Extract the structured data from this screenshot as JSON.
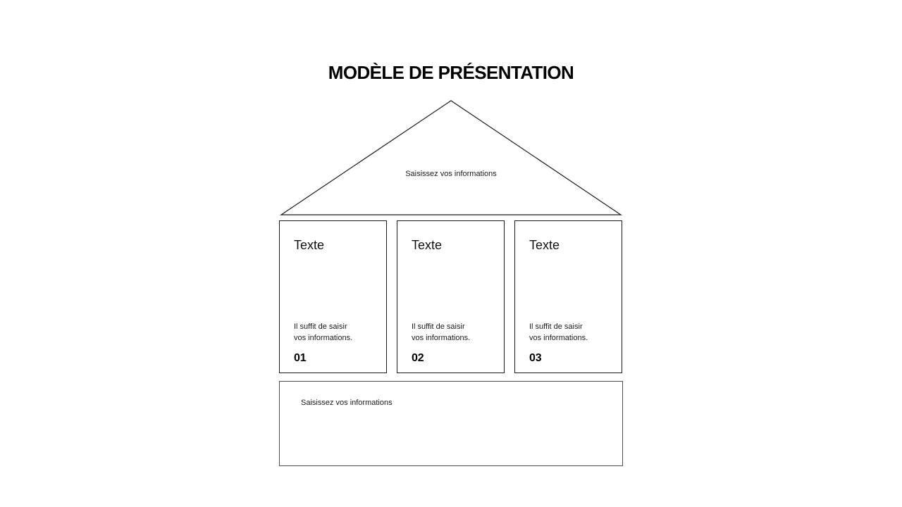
{
  "slide": {
    "title": "MODÈLE DE PRÉSENTATION",
    "background_color": "#ffffff",
    "line_color": "#1a1a1a",
    "foundation_line_color": "#4d4d4d",
    "text_color": "#000000"
  },
  "roof": {
    "shape": "triangle-outline",
    "label": "Saisissez vos informations"
  },
  "pillars": [
    {
      "heading": "Texte",
      "body": "Il suffit de saisir\nvos informations.",
      "number": "01"
    },
    {
      "heading": "Texte",
      "body": "Il suffit de saisir\nvos informations.",
      "number": "02"
    },
    {
      "heading": "Texte",
      "body": "Il suffit de saisir\nvos informations.",
      "number": "03"
    }
  ],
  "foundation": {
    "label": "Saisissez vos informations"
  }
}
